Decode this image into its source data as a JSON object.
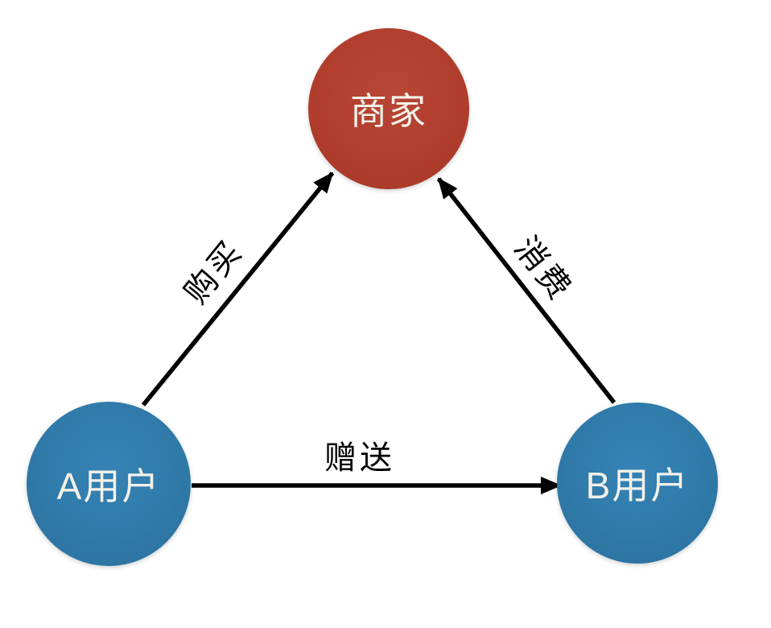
{
  "diagram": {
    "background": "#ffffff",
    "arrow_color": "#000000",
    "nodes": [
      {
        "id": "merchant",
        "label": "商家",
        "shape": "circle",
        "fill": "#b13d2d",
        "text_color": "#f4f1e9"
      },
      {
        "id": "user-a",
        "label": "A用户",
        "shape": "circle",
        "fill": "#2f7aa9",
        "text_color": "#f4f1e9"
      },
      {
        "id": "user-b",
        "label": "B用户",
        "shape": "circle",
        "fill": "#2f7aa9",
        "text_color": "#f4f1e9"
      }
    ],
    "edges": [
      {
        "id": "buy",
        "from": "user-a",
        "to": "merchant",
        "label": "购买"
      },
      {
        "id": "consume",
        "from": "user-b",
        "to": "merchant",
        "label": "消费"
      },
      {
        "id": "gift",
        "from": "user-a",
        "to": "user-b",
        "label": "赠送"
      }
    ]
  }
}
